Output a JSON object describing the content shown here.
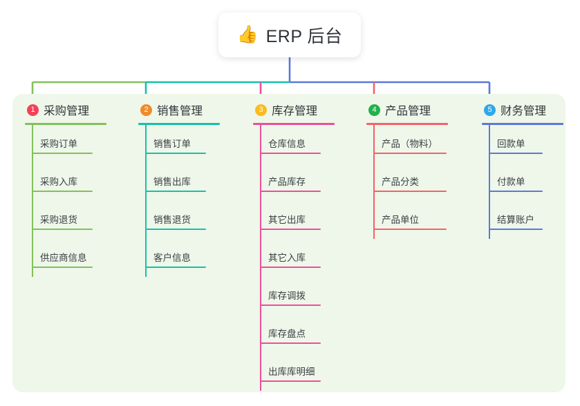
{
  "root": {
    "emoji": "👍",
    "emoji_name": "thumbs-up-icon",
    "title": "ERP 后台"
  },
  "theme": {
    "page_background": "#ffffff",
    "panel_background": "#eef7e9",
    "card_background": "#ffffff",
    "title_color": "#2f3338",
    "label_color": "#3b3f45",
    "root_stem_color": "#5b78d8"
  },
  "branches": [
    {
      "index": "1",
      "title": "采购管理",
      "color": "#82c05a",
      "badge_color": "#f2415a",
      "head_rule_width": 118,
      "leaf_rule_width": 88,
      "items": [
        {
          "label": "采购订单"
        },
        {
          "label": "采购入库"
        },
        {
          "label": "采购退货"
        },
        {
          "label": "供应商信息"
        }
      ]
    },
    {
      "index": "2",
      "title": "销售管理",
      "color": "#15c0ab",
      "badge_color": "#f18a2b",
      "head_rule_width": 118,
      "leaf_rule_width": 88,
      "items": [
        {
          "label": "销售订单"
        },
        {
          "label": "销售出库"
        },
        {
          "label": "销售退货"
        },
        {
          "label": "客户信息"
        }
      ]
    },
    {
      "index": "3",
      "title": "库存管理",
      "color": "#ec4f9c",
      "badge_color": "#fbbb20",
      "head_rule_width": 118,
      "leaf_rule_width": 88,
      "items": [
        {
          "label": "仓库信息"
        },
        {
          "label": "产品库存"
        },
        {
          "label": "其它出库"
        },
        {
          "label": "其它入库"
        },
        {
          "label": "库存调拨"
        },
        {
          "label": "库存盘点"
        },
        {
          "label": "出库库明细"
        }
      ]
    },
    {
      "index": "4",
      "title": "产品管理",
      "color": "#f4616b",
      "badge_color": "#22b14c",
      "head_rule_width": 118,
      "leaf_rule_width": 106,
      "items": [
        {
          "label": "产品（物料）"
        },
        {
          "label": "产品分类"
        },
        {
          "label": "产品单位"
        }
      ]
    },
    {
      "index": "5",
      "title": "财务管理",
      "color": "#5b78d8",
      "badge_color": "#2fa8e8",
      "head_rule_width": 118,
      "leaf_rule_width": 78,
      "items": [
        {
          "label": "回款单"
        },
        {
          "label": "付款单"
        },
        {
          "label": "结算账户"
        }
      ]
    }
  ]
}
